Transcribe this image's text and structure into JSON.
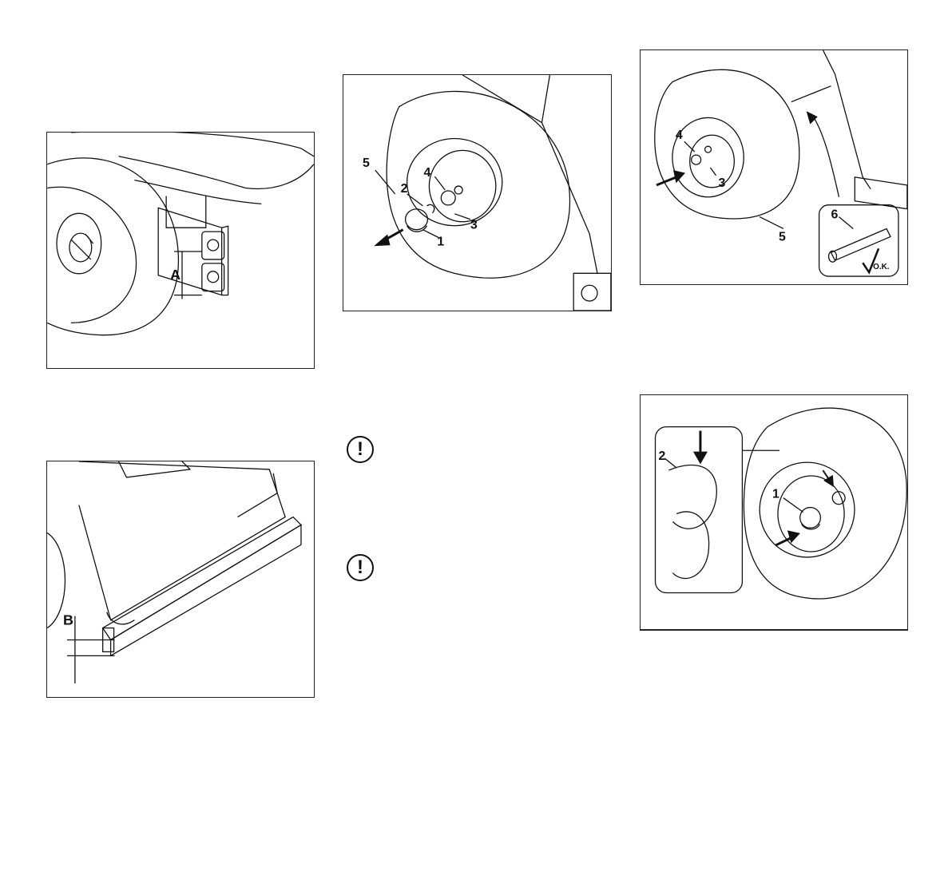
{
  "figures": {
    "fig1": {
      "labels": {
        "dimension": "A"
      }
    },
    "fig2": {
      "labels": {
        "dimension": "B"
      }
    },
    "fig3": {
      "labels": {
        "cap": "1",
        "clip": "2",
        "washer_large": "3",
        "washer_small": "4",
        "tire": "5"
      }
    },
    "fig4": {
      "labels": {
        "washer_small": "4",
        "washer_large": "3",
        "tire": "5",
        "axle": "6",
        "ok": "O.K."
      }
    },
    "fig5": {
      "labels": {
        "clip": "2",
        "cap": "1"
      }
    }
  },
  "notices": [
    {
      "symbol": "!"
    },
    {
      "symbol": "!"
    }
  ],
  "icons": {
    "notice": "exclamation-circle-icon",
    "arrow": "push-arrow-icon",
    "check": "checkmark-icon"
  }
}
